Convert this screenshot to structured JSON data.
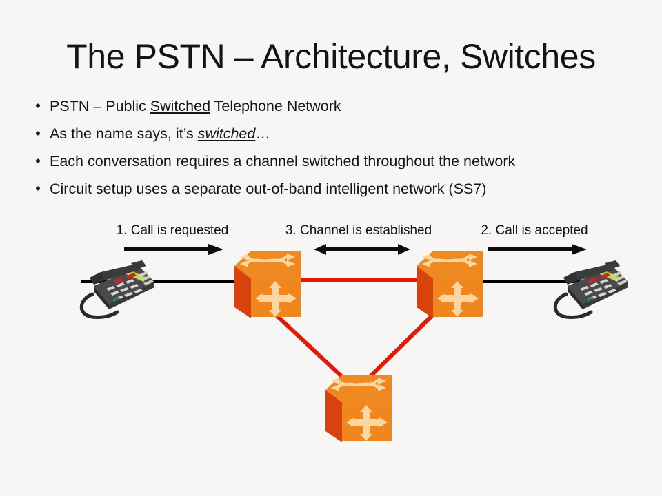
{
  "slide": {
    "title": "The PSTN – Architecture, Switches",
    "background_color": "#f7f6f4",
    "text_color": "#141414"
  },
  "bullets": [
    {
      "marker": "•",
      "segments": [
        {
          "text": "PSTN – Public ",
          "style": "plain"
        },
        {
          "text": "Switched",
          "style": "underline"
        },
        {
          "text": " Telephone Network",
          "style": "plain"
        }
      ]
    },
    {
      "marker": "•",
      "segments": [
        {
          "text": "As the name says, it’s ",
          "style": "plain"
        },
        {
          "text": "switched",
          "style": "underline-italic"
        },
        {
          "text": "…",
          "style": "plain"
        }
      ]
    },
    {
      "marker": "•",
      "segments": [
        {
          "text": "Each conversation requires a channel switched throughout the network",
          "style": "plain"
        }
      ]
    },
    {
      "marker": "•",
      "segments": [
        {
          "text": "Circuit setup uses a separate out-of-band intelligent network (SS7)",
          "style": "plain"
        }
      ]
    }
  ],
  "diagram": {
    "step_labels": {
      "step1": "1. Call is requested",
      "step3": "3. Channel is established",
      "step2": "2. Call is accepted"
    },
    "arrows": [
      {
        "name": "arrow-call-requested",
        "direction": "right"
      },
      {
        "name": "arrow-channel-established",
        "direction": "both"
      },
      {
        "name": "arrow-call-accepted",
        "direction": "right"
      }
    ],
    "nodes": [
      {
        "name": "phone-left",
        "type": "desk-phone"
      },
      {
        "name": "switch-left",
        "type": "network-switch"
      },
      {
        "name": "switch-right",
        "type": "network-switch"
      },
      {
        "name": "switch-bottom",
        "type": "network-switch"
      },
      {
        "name": "phone-right",
        "type": "desk-phone"
      }
    ],
    "links": [
      {
        "name": "link-phone-left-to-switch-left",
        "color": "#000000"
      },
      {
        "name": "link-switch-left-to-switch-right",
        "color": "#e01b0c"
      },
      {
        "name": "link-switch-right-to-phone-right",
        "color": "#000000"
      },
      {
        "name": "link-switch-left-to-switch-bottom",
        "color": "#e01b0c"
      },
      {
        "name": "link-switch-right-to-switch-bottom",
        "color": "#e01b0c"
      }
    ],
    "colors": {
      "switch_front": "#f0871e",
      "switch_left_face": "#d8420d",
      "switch_top": "#ef8a22",
      "switch_arrow": "#fbd6a0",
      "link_red": "#e01b0c",
      "link_black": "#000000",
      "phone_body": "#3b3b3d",
      "phone_lcd": "#c8d84a"
    }
  }
}
